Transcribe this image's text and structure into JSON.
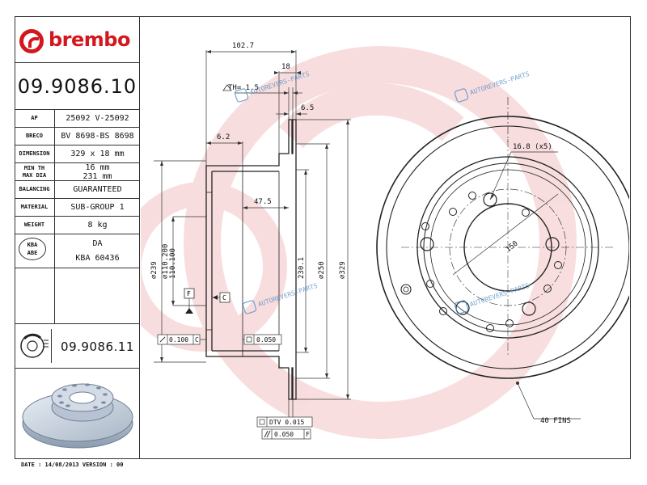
{
  "brand": {
    "name": "brembo",
    "color": "#d4171e"
  },
  "part_number": "09.9086.10",
  "specs": [
    {
      "key": "AP",
      "value": "25092 V-25092"
    },
    {
      "key": "BRECO",
      "value": "BV 8698-BS 8698"
    },
    {
      "key": "DIMENSION",
      "value": "329 x 18 mm"
    },
    {
      "key": "MIN TH\nMAX DIA",
      "value": "16 mm\n231 mm"
    },
    {
      "key": "BALANCING",
      "value": "GUARANTEED"
    },
    {
      "key": "MATERIAL",
      "value": "SUB-GROUP 1"
    },
    {
      "key": "WEIGHT",
      "value": "8 kg"
    }
  ],
  "approval": {
    "badge_line1": "KBA",
    "badge_line2": "ABE",
    "value_line1": "DA",
    "value_line2": "KBA 60436"
  },
  "alt_part_number": "09.9086.11",
  "footer_text": "DATE : 14/08/2013 VERSION : 00",
  "watermark_text": "AUTOREVERS-PARTS",
  "drawing": {
    "dim_102_7": "102.7",
    "dim_18": "18",
    "dim_th": "TH= 1.5",
    "dim_6_5": "6.5",
    "dim_6_2": "6.2",
    "dim_47_5": "47.5",
    "dim_239": "⌀239",
    "dim_110_200": "⌀110.200",
    "dim_110_100": "110.100",
    "dim_230_1": "230.1",
    "dim_250": "⌀250",
    "dim_329": "⌀329",
    "datum_f": "F",
    "datum_c": "C",
    "tol_1_value": "0.100",
    "tol_1_ref": "C",
    "tol_2_value": "0.050",
    "tol_dtv": "DTV 0.015",
    "tol_parallel_value": "0.050",
    "tol_parallel_ref": "F",
    "holes_label": "16.8 (x5)",
    "pcd_label": "150",
    "fins_label": "40 FINS"
  }
}
